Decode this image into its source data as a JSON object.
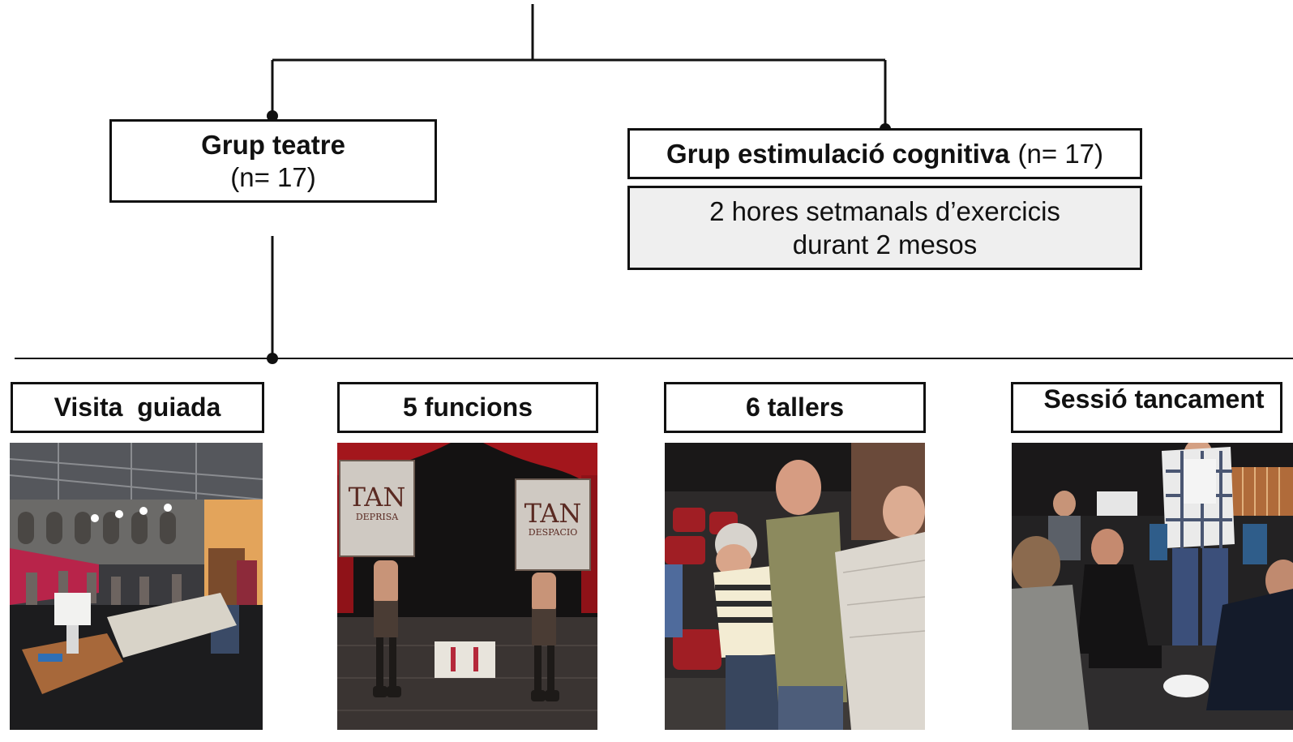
{
  "groups": {
    "theatre": {
      "title": "Grup teatre",
      "count": "(n= 17)"
    },
    "cognitive": {
      "title": "Grup estimulació cognitiva",
      "count": "(n= 17)",
      "description_line1": "2 hores setmanals d’exercicis",
      "description_line2": "durant 2 mesos"
    }
  },
  "activities": [
    {
      "label": "Visita  guiada",
      "photo": "theatre-stage-tour-photo"
    },
    {
      "label": "5 funcions",
      "photo": "stage-performance-banners-photo"
    },
    {
      "label": "6 tallers",
      "photo": "workshop-participants-photo"
    },
    {
      "label": "Sessió tancament",
      "photo": "closing-session-circle-photo"
    }
  ],
  "banners": {
    "left_big": "TAN",
    "left_small": "DEPRISA",
    "right_big": "TAN",
    "right_small": "DESPACIO"
  },
  "colors": {
    "line": "#111111",
    "description_fill": "#efefef",
    "stage_curtain": "#a3161c",
    "seats": "#b8244a"
  }
}
